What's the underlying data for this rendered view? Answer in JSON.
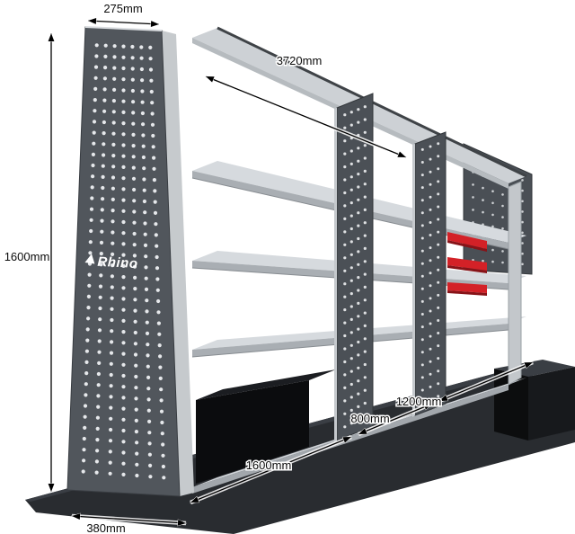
{
  "diagram": {
    "brand": "Rhino",
    "dimensions": {
      "panel_depth": "275mm",
      "total_length": "3720mm",
      "height": "1600mm",
      "base_depth": "380mm",
      "bay1_length": "1600mm",
      "bay2_length": "800mm",
      "bay3_length": "1200mm"
    },
    "colors": {
      "accent_red": "#d32127",
      "accent_red_dark": "#871318",
      "panel_gray": "#4b5056",
      "mat_gray": "#292c30"
    }
  }
}
